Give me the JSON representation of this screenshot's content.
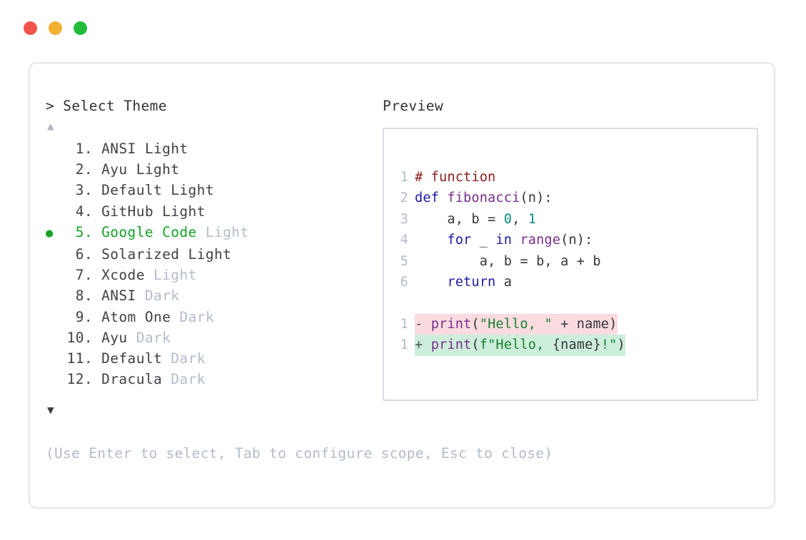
{
  "window": {
    "dots": [
      {
        "name": "close",
        "color": "#f2544b"
      },
      {
        "name": "minimize",
        "color": "#f2b033"
      },
      {
        "name": "maximize",
        "color": "#22bc3c"
      }
    ]
  },
  "prompt": {
    "symbol": ">",
    "title": "Select Theme"
  },
  "scroll": {
    "up": "▲",
    "down": "▼"
  },
  "selection": {
    "bullet": "●",
    "selected_index": 5,
    "accent": "#16a326"
  },
  "themes": [
    {
      "index": "1.",
      "name": "ANSI Light",
      "variant": "",
      "selected": false
    },
    {
      "index": "2.",
      "name": "Ayu Light",
      "variant": "",
      "selected": false
    },
    {
      "index": "3.",
      "name": "Default Light",
      "variant": "",
      "selected": false
    },
    {
      "index": "4.",
      "name": "GitHub Light",
      "variant": "",
      "selected": false
    },
    {
      "index": "5.",
      "name": "Google Code",
      "variant": " Light",
      "selected": true
    },
    {
      "index": "6.",
      "name": "Solarized Light",
      "variant": "",
      "selected": false
    },
    {
      "index": "7.",
      "name": "Xcode",
      "variant": " Light",
      "selected": false
    },
    {
      "index": "8.",
      "name": "ANSI",
      "variant": " Dark",
      "selected": false
    },
    {
      "index": "9.",
      "name": "Atom One",
      "variant": " Dark",
      "selected": false
    },
    {
      "index": "10.",
      "name": "Ayu",
      "variant": " Dark",
      "selected": false
    },
    {
      "index": "11.",
      "name": "Default",
      "variant": " Dark",
      "selected": false
    },
    {
      "index": "12.",
      "name": "Dracula",
      "variant": " Dark",
      "selected": false
    }
  ],
  "hint": "(Use Enter to select, Tab to configure scope, Esc to close)",
  "preview": {
    "label": "Preview",
    "code_lines": [
      {
        "number": "1",
        "kind": "code",
        "tokens": [
          {
            "text": "# function",
            "style": "comment"
          }
        ]
      },
      {
        "number": "2",
        "kind": "code",
        "tokens": [
          {
            "text": "def ",
            "style": "kw"
          },
          {
            "text": "fibonacci",
            "style": "fn"
          },
          {
            "text": "(n):",
            "style": "punct"
          }
        ]
      },
      {
        "number": "3",
        "kind": "code",
        "tokens": [
          {
            "text": "    a, b = ",
            "style": "plain"
          },
          {
            "text": "0",
            "style": "num"
          },
          {
            "text": ", ",
            "style": "plain"
          },
          {
            "text": "1",
            "style": "num"
          }
        ]
      },
      {
        "number": "4",
        "kind": "code",
        "tokens": [
          {
            "text": "    ",
            "style": "plain"
          },
          {
            "text": "for",
            "style": "kw"
          },
          {
            "text": " _ ",
            "style": "plain"
          },
          {
            "text": "in",
            "style": "kw"
          },
          {
            "text": " ",
            "style": "plain"
          },
          {
            "text": "range",
            "style": "fn"
          },
          {
            "text": "(n):",
            "style": "punct"
          }
        ]
      },
      {
        "number": "5",
        "kind": "code",
        "tokens": [
          {
            "text": "        a, b = b, a + b",
            "style": "plain"
          }
        ]
      },
      {
        "number": "6",
        "kind": "code",
        "tokens": [
          {
            "text": "    ",
            "style": "plain"
          },
          {
            "text": "return",
            "style": "kw"
          },
          {
            "text": " a",
            "style": "plain"
          }
        ]
      },
      {
        "number": "",
        "kind": "blank",
        "tokens": []
      },
      {
        "number": "1",
        "kind": "diff-del",
        "tokens": [
          {
            "text": "- ",
            "style": "marker"
          },
          {
            "text": "print",
            "style": "fn"
          },
          {
            "text": "(",
            "style": "punct"
          },
          {
            "text": "\"Hello, \"",
            "style": "str"
          },
          {
            "text": " + name)",
            "style": "plain"
          }
        ]
      },
      {
        "number": "1",
        "kind": "diff-add",
        "tokens": [
          {
            "text": "+ ",
            "style": "marker"
          },
          {
            "text": "print",
            "style": "fn"
          },
          {
            "text": "(",
            "style": "punct"
          },
          {
            "text": "f\"Hello, ",
            "style": "str"
          },
          {
            "text": "{name}",
            "style": "plain"
          },
          {
            "text": "!\"",
            "style": "str"
          },
          {
            "text": ")",
            "style": "punct"
          }
        ]
      }
    ]
  }
}
